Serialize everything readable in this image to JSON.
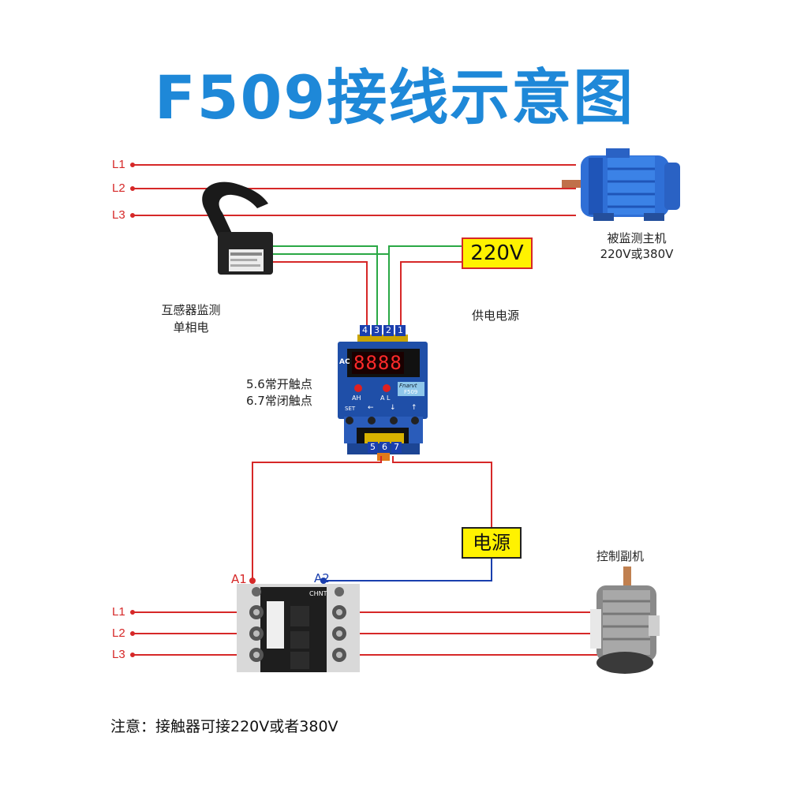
{
  "title": "F509接线示意图",
  "lines_top": [
    "L1",
    "L2",
    "L3"
  ],
  "lines_bottom": [
    "L1",
    "L2",
    "L3"
  ],
  "main_motor_label": [
    "被监测主机",
    "220V或380V"
  ],
  "sensor_label": [
    "互感器监测",
    "单相电"
  ],
  "supply_label": "供电电源",
  "supply_box": "220V",
  "contacts_label": [
    "5.6常开触点",
    "6.7常闭触点"
  ],
  "power_box": "电源",
  "aux_motor_label": "控制副机",
  "a1": "A1",
  "a2": "A2",
  "terminals_top": [
    "4",
    "3",
    "2",
    "1"
  ],
  "terminals_bottom": [
    "5",
    "6",
    "7"
  ],
  "device": {
    "display": "8888",
    "ac": "AC",
    "led_left": "AH",
    "led_right": "A L",
    "brand": "Fnarvt",
    "model": "F509",
    "buttons": [
      "SET",
      "←",
      "↓",
      "↑"
    ]
  },
  "contactor_brand": "CHNT",
  "note": "注意：接触器可接220V或者380V",
  "colors": {
    "title": "#1e88d8",
    "wire_red": "#d62828",
    "wire_green": "#2aa845",
    "wire_blue": "#1a3fae",
    "box_yellow": "#fff200"
  }
}
